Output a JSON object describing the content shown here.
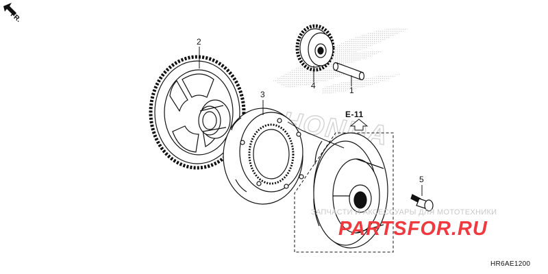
{
  "direction_marker": {
    "label": "FR.",
    "icon": "arrow-up-left-icon"
  },
  "callouts": [
    {
      "label": "2",
      "part": "driven-gear"
    },
    {
      "label": "3",
      "part": "one-way-clutch"
    },
    {
      "label": "4",
      "part": "idle-gear"
    },
    {
      "label": "1",
      "part": "idle-gear-shaft"
    },
    {
      "label": "5",
      "part": "flange-bolt"
    }
  ],
  "reference": {
    "label": "E-11",
    "icon": "arrow-up-icon"
  },
  "watermarks": {
    "honda": "HONDA",
    "shop": "ЗАПЧАСТИ И АКСЕССУАРЫ ДЛЯ МОТОТЕХНИКИ",
    "site": "PARTSFOR.RU"
  },
  "diagram_code": "HR6AE1200",
  "colors": {
    "line": "#111111",
    "watermark_red": "#ef3a3f",
    "watermark_grey": "#d4d4d4"
  }
}
